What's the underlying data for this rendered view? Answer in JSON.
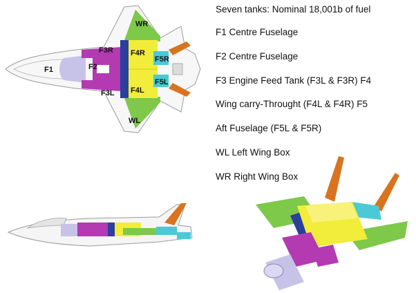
{
  "legend": {
    "line1": "Seven tanks: Nominal 18,001b of fuel",
    "line2": "F1 Centre Fuselage",
    "line3": "F2 Centre Fuselage",
    "line4": "F3 Engine Feed Tank (F3L & F3R) F4",
    "line5": "Wing carry-Throught (F4L & F4R) F5",
    "line6": "Aft Fuselage (F5L & F5R)",
    "line7": "WL Left Wing Box",
    "line8": "WR Right Wing Box"
  },
  "labels": {
    "wr": "WR",
    "wl": "WL",
    "f1": "F1",
    "f2": "F2",
    "f3r": "F3R",
    "f3l": "F3L",
    "f4r": "F4R",
    "f4l": "F4L",
    "f5r": "F5R",
    "f5l": "F5L"
  },
  "colors": {
    "wing_green": "#7ec84a",
    "carry_yellow": "#f2ec3a",
    "feed_blue": "#2b3f9e",
    "fuselage_magenta": "#b33ab0",
    "aft_cyan": "#4cc9d6",
    "tail_orange": "#d8741f",
    "f1_lavender": "#c7c3e8",
    "airframe_grey": "#8c8c8c"
  }
}
